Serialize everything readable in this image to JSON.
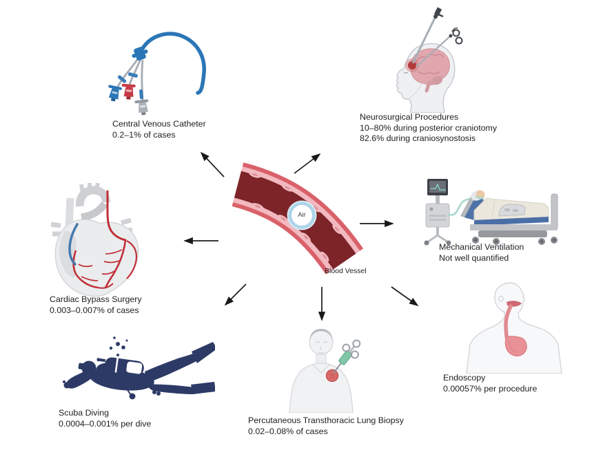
{
  "figure": {
    "center": {
      "vessel_label": "Blood Vessel",
      "air_label": "Air"
    },
    "items": [
      {
        "title": "Central Venous Catheter",
        "lines": [
          "0.2–1% of cases"
        ]
      },
      {
        "title": "Neurosurgical Procedures",
        "lines": [
          "10–80% during posterior craniotomy",
          "82.6% during craniosynostosis"
        ]
      },
      {
        "title": "Mechanical Ventilation",
        "lines": [
          "Not well quantified"
        ]
      },
      {
        "title": "Endoscopy",
        "lines": [
          "0.00057% per procedure"
        ]
      },
      {
        "title": "Percutaneous Transthoracic Lung Biopsy",
        "lines": [
          "0.02–0.08% of cases"
        ]
      },
      {
        "title": "Scuba Diving",
        "lines": [
          "0.0004–0.001% per dive"
        ]
      },
      {
        "title": "Cardiac Bypass Surgery",
        "lines": [
          "0.003–0.007% of cases"
        ]
      }
    ],
    "colors": {
      "vessel_wall": "#d96169",
      "vessel_lining": "#f2bac0",
      "vessel_lumen": "#7c2428",
      "air_bubble_ring": "#aed4e8",
      "catheter_blue": "#2a76b6",
      "scuba_navy": "#2d3a66",
      "artery_red": "#c03038",
      "syringe_green": "#82c6a8",
      "text": "#1d1d1f"
    }
  }
}
